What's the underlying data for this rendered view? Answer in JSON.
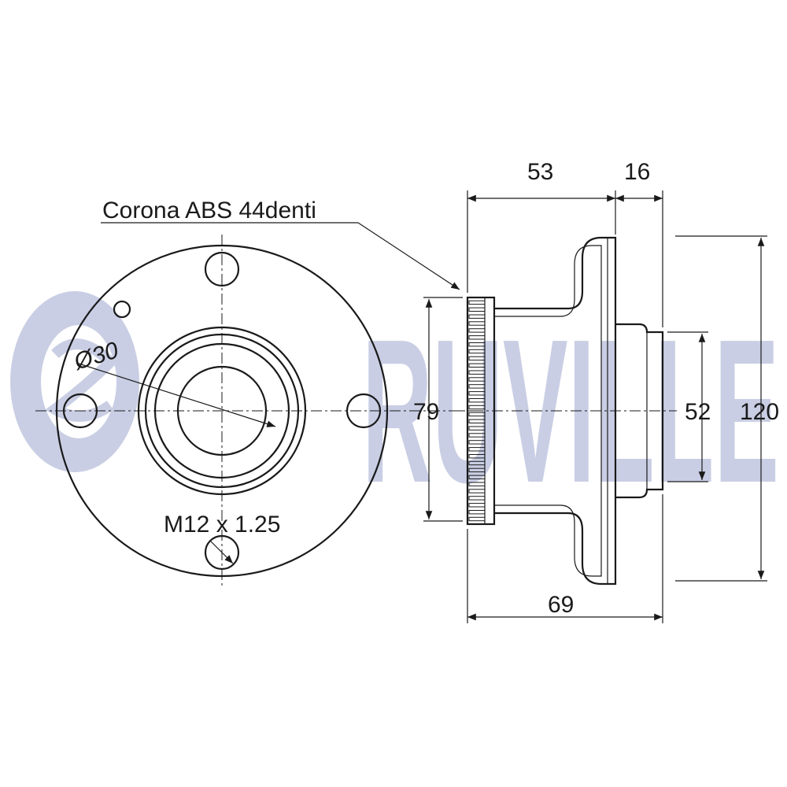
{
  "watermark": {
    "brand": "RUVILLE",
    "color": "#c9cee4"
  },
  "labels": {
    "abs_ring": "Corona ABS 44denti",
    "bore_diameter": "Ø30",
    "thread": "M12 x 1.25"
  },
  "dimensions": {
    "width_hub": "53",
    "width_flange": "16",
    "abs_diameter": "79",
    "pilot_diameter": "52",
    "flange_diameter": "120",
    "overall_length": "69"
  },
  "colors": {
    "line": "#1a1a1a",
    "background": "#ffffff"
  }
}
